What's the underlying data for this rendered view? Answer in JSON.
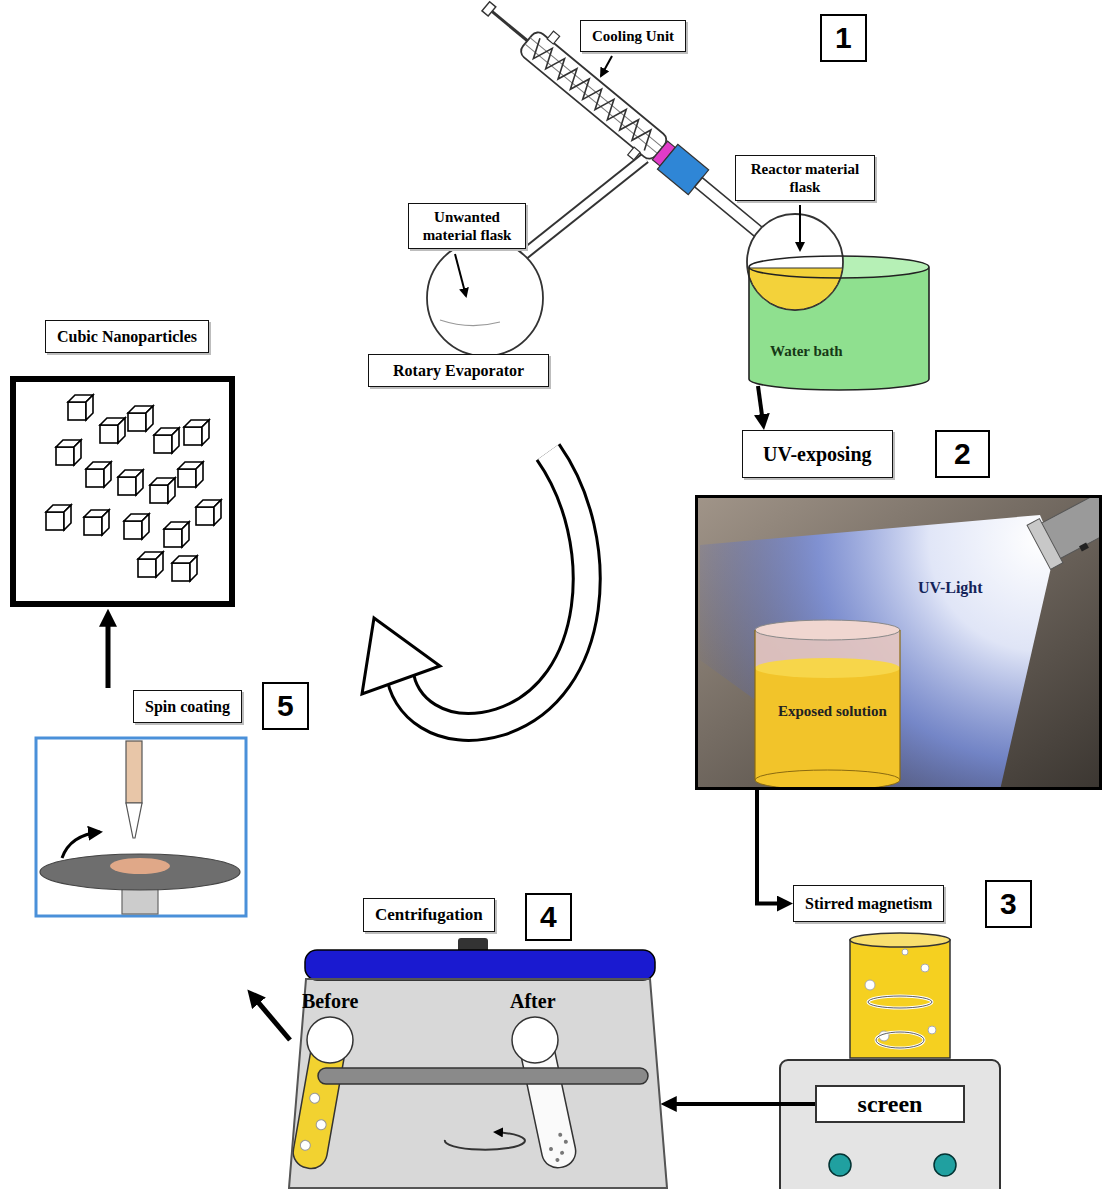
{
  "diagram": {
    "nodes": [
      {
        "text": [
          "Cooling Unit"
        ]
      },
      {
        "text": [
          "1"
        ]
      },
      {
        "text": [
          "Reactor material flask"
        ]
      },
      {
        "text": [
          "Unwanted material flask"
        ]
      },
      {
        "text": [
          "Water bath"
        ]
      },
      {
        "text": [
          "Cubic Nanoparticles"
        ]
      },
      {
        "text": [
          "Rotary Evaporator"
        ]
      },
      {
        "text": [
          "UV-exposing"
        ]
      },
      {
        "text": [
          "2"
        ]
      },
      {
        "text": [
          "UV-Light",
          "Exposed solution"
        ]
      },
      {
        "text": [
          "Spin coating"
        ]
      },
      {
        "text": [
          "5"
        ]
      },
      {
        "text": [
          "Stirred magnetism"
        ]
      },
      {
        "text": [
          "3"
        ]
      },
      {
        "text": [
          "Centrifugation"
        ]
      },
      {
        "text": [
          "4"
        ]
      },
      {
        "text": [
          "Before",
          "After"
        ]
      },
      {
        "text": [
          "screen"
        ]
      }
    ],
    "edges": [
      {
        "from": 4,
        "to": 7,
        "arrow": "to"
      },
      {
        "from": 9,
        "to": 12,
        "arrow": "to"
      },
      {
        "from": 17,
        "to": 16,
        "arrow": "to"
      }
    ]
  }
}
